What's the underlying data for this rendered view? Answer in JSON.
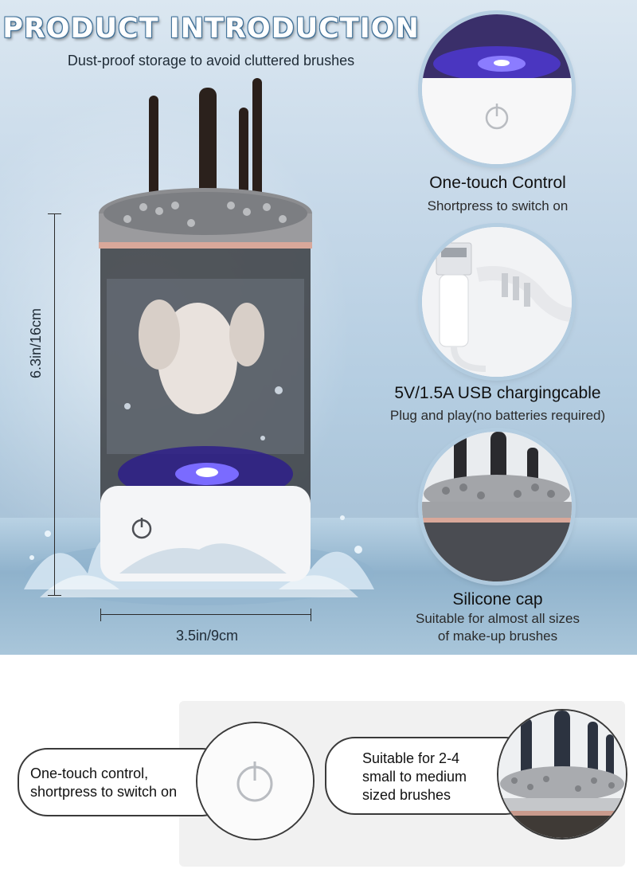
{
  "header": {
    "title": "PRODUCT INTRODUCTION",
    "subtitle": "Dust-proof storage to avoid cluttered brushes"
  },
  "dimensions": {
    "height_label": "6.3in/16cm",
    "width_label": "3.5in/9cm"
  },
  "features": [
    {
      "title": "One-touch Control",
      "description": "Shortpress to switch on",
      "icon": "power-button-icon"
    },
    {
      "title": "5V/1.5A USB chargingcable",
      "description": "Plug and play(no batteries required)",
      "icon": "usb-cable-icon"
    },
    {
      "title": "Silicone cap",
      "description_line1": "Suitable for almost all sizes",
      "description_line2": "of make-up brushes",
      "icon": "silicone-cap-icon"
    }
  ],
  "bottom": {
    "left_callout_line1": "One-touch control,",
    "left_callout_line2": "shortpress to switch on",
    "right_callout_line1": "Suitable for 2-4",
    "right_callout_line2": "small to medium",
    "right_callout_line3": "sized brushes"
  },
  "colors": {
    "title_outline": "#3d6e96",
    "uv_light": "#5b3cff",
    "rose_gold_band": "#d9a89a",
    "background_blue": "#b4cde1"
  }
}
